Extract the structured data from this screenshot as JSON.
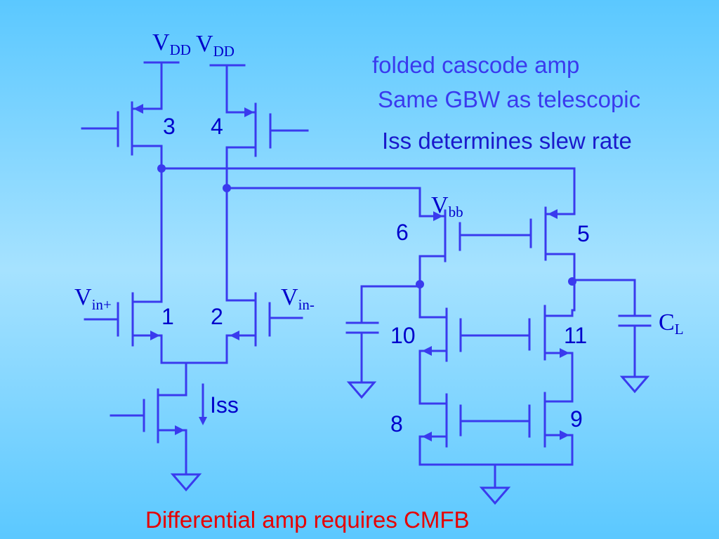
{
  "notes": {
    "title": "folded cascode amp",
    "gbw": "Same GBW as telescopic",
    "slew": "Iss determines slew rate",
    "cmfb": "Differential amp requires CMFB"
  },
  "supply": {
    "vdd_left": "V",
    "vdd_left_sub": "DD",
    "vdd_right": "V",
    "vdd_right_sub": "DD"
  },
  "bias": {
    "vbb": "V",
    "vbb_sub": "bb"
  },
  "inputs": {
    "vin_plus": "V",
    "vin_plus_sub": "in+",
    "vin_minus": "V",
    "vin_minus_sub": "in-"
  },
  "current_source": {
    "label": "Iss"
  },
  "load": {
    "label": "C",
    "label_sub": "L"
  },
  "transistors": {
    "m1": "1",
    "m2": "2",
    "m3": "3",
    "m4": "4",
    "m5": "5",
    "m6": "6",
    "m8": "8",
    "m9": "9",
    "m10": "10",
    "m11": "11"
  },
  "colors": {
    "wire": "#3a3aee",
    "label": "#0000cc",
    "emphasis": "#e60000"
  }
}
